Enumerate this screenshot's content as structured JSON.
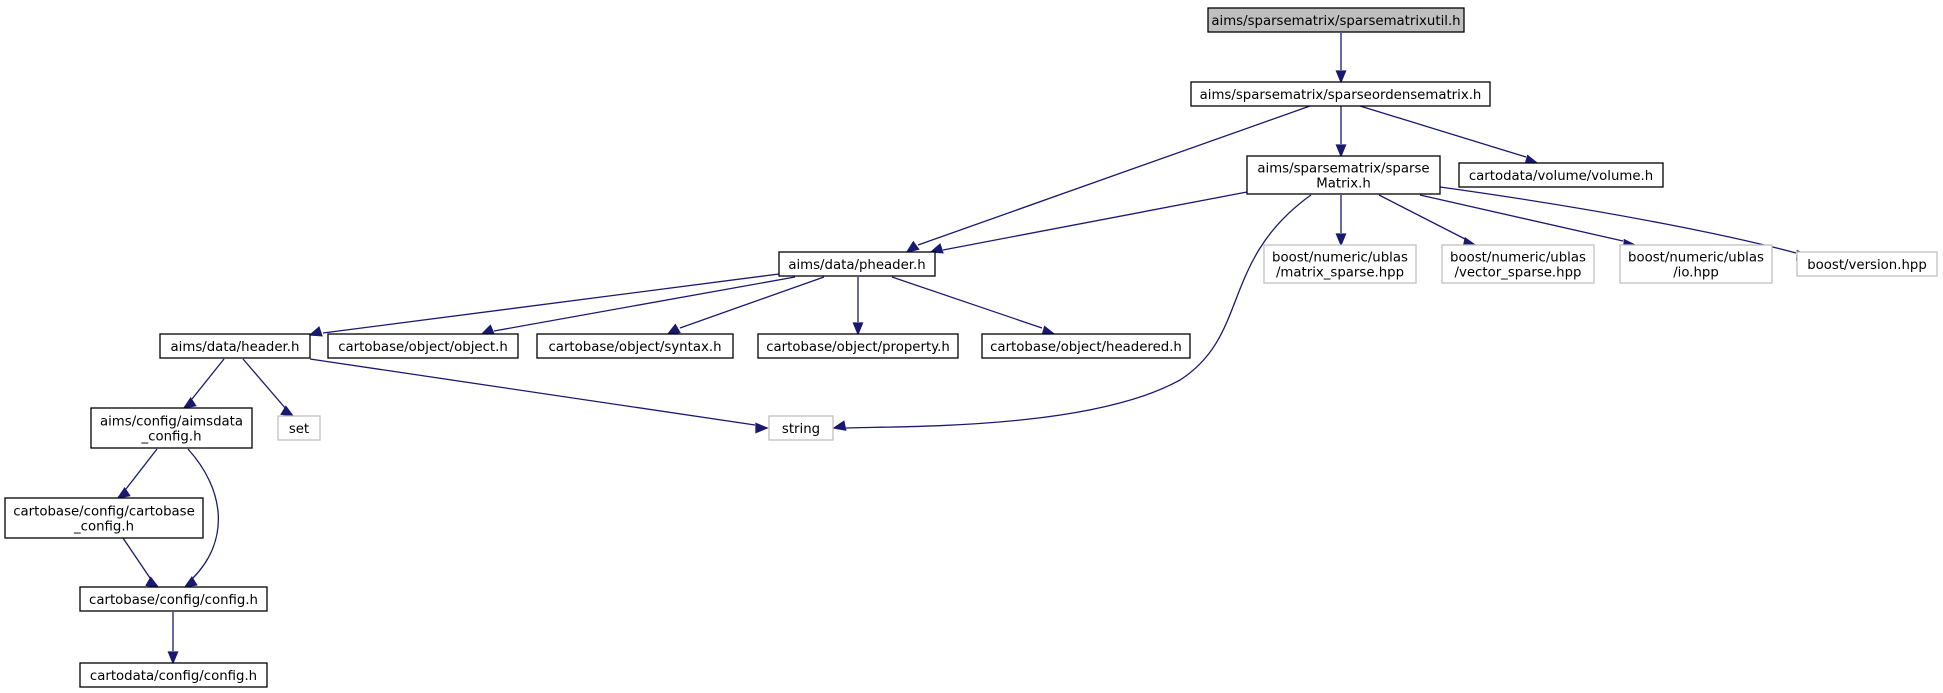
{
  "colors": {
    "edge": "#191970",
    "node_border": "#000000",
    "external_border": "#bfbfbf",
    "root_fill": "#bfbfbf",
    "node_fill": "#ffffff",
    "text": "#000000"
  },
  "nodes": [
    {
      "id": "sparsematrixutil",
      "lines": [
        "aims/sparsematrix/sparsematrixutil.h"
      ],
      "kind": "root"
    },
    {
      "id": "sparseordensematrix",
      "lines": [
        "aims/sparsematrix/sparseordensematrix.h"
      ],
      "kind": "internal"
    },
    {
      "id": "sparseMatrix",
      "lines": [
        "aims/sparsematrix/sparse",
        "Matrix.h"
      ],
      "kind": "internal"
    },
    {
      "id": "volume",
      "lines": [
        "cartodata/volume/volume.h"
      ],
      "kind": "internal"
    },
    {
      "id": "pheader",
      "lines": [
        "aims/data/pheader.h"
      ],
      "kind": "internal"
    },
    {
      "id": "matrix_sparse",
      "lines": [
        "boost/numeric/ublas",
        "/matrix_sparse.hpp"
      ],
      "kind": "external"
    },
    {
      "id": "vector_sparse",
      "lines": [
        "boost/numeric/ublas",
        "/vector_sparse.hpp"
      ],
      "kind": "external"
    },
    {
      "id": "io",
      "lines": [
        "boost/numeric/ublas",
        "/io.hpp"
      ],
      "kind": "external"
    },
    {
      "id": "boost_version",
      "lines": [
        "boost/version.hpp"
      ],
      "kind": "external"
    },
    {
      "id": "header",
      "lines": [
        "aims/data/header.h"
      ],
      "kind": "internal"
    },
    {
      "id": "object",
      "lines": [
        "cartobase/object/object.h"
      ],
      "kind": "internal"
    },
    {
      "id": "syntax",
      "lines": [
        "cartobase/object/syntax.h"
      ],
      "kind": "internal"
    },
    {
      "id": "property",
      "lines": [
        "cartobase/object/property.h"
      ],
      "kind": "internal"
    },
    {
      "id": "headered",
      "lines": [
        "cartobase/object/headered.h"
      ],
      "kind": "internal"
    },
    {
      "id": "aimsdata_config",
      "lines": [
        "aims/config/aimsdata",
        "_config.h"
      ],
      "kind": "internal"
    },
    {
      "id": "set",
      "lines": [
        "set"
      ],
      "kind": "external"
    },
    {
      "id": "string",
      "lines": [
        "string"
      ],
      "kind": "external"
    },
    {
      "id": "cartobase_config",
      "lines": [
        "cartobase/config/cartobase",
        "_config.h"
      ],
      "kind": "internal"
    },
    {
      "id": "config",
      "lines": [
        "cartobase/config/config.h"
      ],
      "kind": "internal"
    },
    {
      "id": "cartodata_config",
      "lines": [
        "cartodata/config/config.h"
      ],
      "kind": "internal"
    }
  ],
  "edges": [
    {
      "from": "sparsematrixutil",
      "to": "sparseordensematrix"
    },
    {
      "from": "sparseordensematrix",
      "to": "pheader"
    },
    {
      "from": "sparseordensematrix",
      "to": "sparseMatrix"
    },
    {
      "from": "sparseordensematrix",
      "to": "volume"
    },
    {
      "from": "sparseMatrix",
      "to": "pheader"
    },
    {
      "from": "sparseMatrix",
      "to": "string"
    },
    {
      "from": "sparseMatrix",
      "to": "matrix_sparse"
    },
    {
      "from": "sparseMatrix",
      "to": "vector_sparse"
    },
    {
      "from": "sparseMatrix",
      "to": "io"
    },
    {
      "from": "sparseMatrix",
      "to": "boost_version"
    },
    {
      "from": "pheader",
      "to": "header"
    },
    {
      "from": "pheader",
      "to": "object"
    },
    {
      "from": "pheader",
      "to": "syntax"
    },
    {
      "from": "pheader",
      "to": "property"
    },
    {
      "from": "pheader",
      "to": "headered"
    },
    {
      "from": "header",
      "to": "aimsdata_config"
    },
    {
      "from": "header",
      "to": "set"
    },
    {
      "from": "header",
      "to": "string"
    },
    {
      "from": "aimsdata_config",
      "to": "cartobase_config"
    },
    {
      "from": "aimsdata_config",
      "to": "config"
    },
    {
      "from": "cartobase_config",
      "to": "config"
    },
    {
      "from": "config",
      "to": "cartodata_config"
    }
  ]
}
